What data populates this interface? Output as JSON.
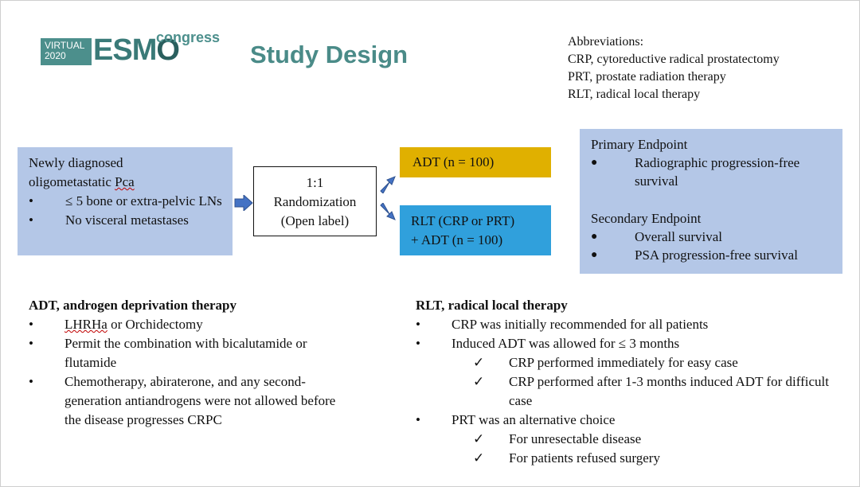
{
  "logo": {
    "virtual": "VIRTUAL",
    "year": "2020",
    "esmo_es": "ES",
    "esmo_m": "M",
    "esmo_o": "O",
    "congress": "congress"
  },
  "title": "Study Design",
  "abbreviations": {
    "heading": "Abbreviations:",
    "items": [
      "CRP, cytoreductive radical prostatectomy",
      "PRT, prostate radiation therapy",
      "RLT, radical local therapy"
    ]
  },
  "population": {
    "line1": "Newly diagnosed",
    "line2_a": "oligometastatic ",
    "line2_b": "Pca",
    "bullets": [
      "≤ 5 bone or extra-pelvic LNs",
      "No visceral metastases"
    ],
    "bullet_char": "•"
  },
  "randomization": {
    "ratio": "1:1",
    "label": "Randomization",
    "sub": "(Open label)"
  },
  "arms": {
    "adt": "ADT (n = 100)",
    "rlt_line1": "RLT (CRP or PRT)",
    "rlt_line2": "+ ADT (n = 100)"
  },
  "endpoints": {
    "primary_title": "Primary Endpoint",
    "primary_items": [
      "Radiographic progression-free survival"
    ],
    "secondary_title": "Secondary Endpoint",
    "secondary_items": [
      "Overall survival",
      "PSA progression-free survival"
    ],
    "bullet_char": "●"
  },
  "adt_section": {
    "heading": "ADT, androgen deprivation therapy",
    "items": [
      "LHRHa or Orchidectomy",
      "Permit the combination with bicalutamide or flutamide",
      "Chemotherapy, abiraterone, and any second-generation antiandrogens were not allowed before the disease progresses CRPC"
    ]
  },
  "rlt_section": {
    "heading": "RLT, radical local therapy",
    "item1": "CRP was initially recommended for all patients",
    "item2": "Induced ADT was allowed for ≤ 3 months",
    "item2_checks": [
      "CRP performed immediately for easy case",
      "CRP performed after 1-3 months induced ADT for difficult case"
    ],
    "item3": "PRT was an alternative choice",
    "item3_checks": [
      "For unresectable disease",
      "For patients refused surgery"
    ],
    "check_char": "✓"
  },
  "colors": {
    "accent": "#4a8b88",
    "box_blue": "#b4c7e7",
    "adt_gold": "#e0b000",
    "rlt_blue": "#30a0dc",
    "arrow_blue": "#4472c4"
  }
}
